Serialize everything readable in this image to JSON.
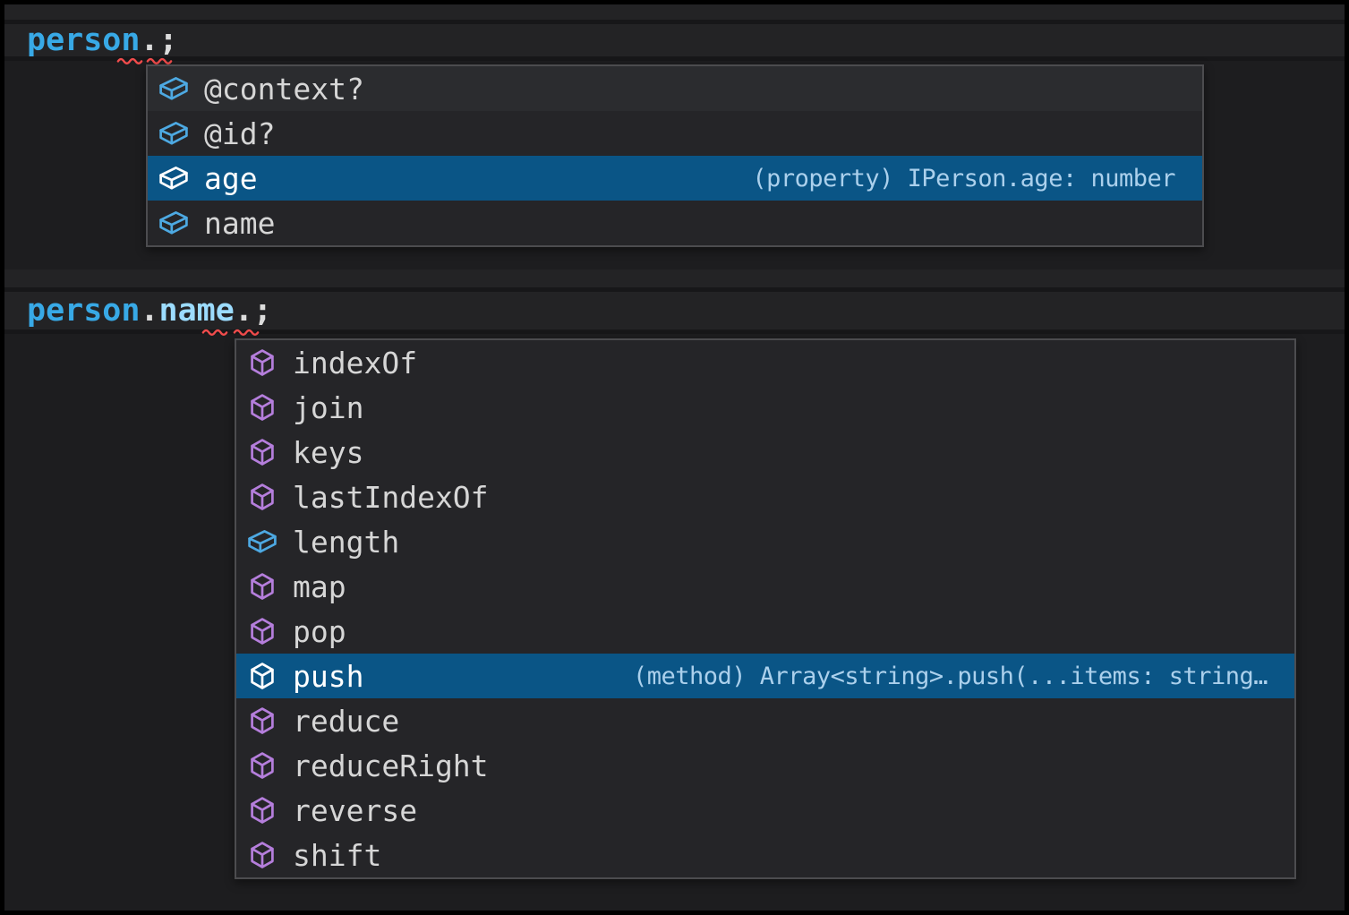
{
  "code": {
    "line1": {
      "var1": "person",
      "dot1": ".",
      "semi": ";"
    },
    "line2": {
      "var1": "person",
      "dot1": ".",
      "prop": "name",
      "dot2": ".",
      "semi": ";"
    }
  },
  "suggest_person": {
    "items": [
      {
        "label": "@context?",
        "kind": "field"
      },
      {
        "label": "@id?",
        "kind": "field"
      },
      {
        "label": "age",
        "kind": "field",
        "selected": true,
        "detail": "(property) IPerson.age: number"
      },
      {
        "label": "name",
        "kind": "field"
      }
    ]
  },
  "suggest_name": {
    "items": [
      {
        "label": "indexOf",
        "kind": "method"
      },
      {
        "label": "join",
        "kind": "method"
      },
      {
        "label": "keys",
        "kind": "method"
      },
      {
        "label": "lastIndexOf",
        "kind": "method"
      },
      {
        "label": "length",
        "kind": "field"
      },
      {
        "label": "map",
        "kind": "method"
      },
      {
        "label": "pop",
        "kind": "method"
      },
      {
        "label": "push",
        "kind": "method",
        "selected": true,
        "detail": "(method) Array<string>.push(...items: string…"
      },
      {
        "label": "reduce",
        "kind": "method"
      },
      {
        "label": "reduceRight",
        "kind": "method"
      },
      {
        "label": "reverse",
        "kind": "method"
      },
      {
        "label": "shift",
        "kind": "method"
      }
    ]
  },
  "colors": {
    "selection_background": "#0a5586",
    "method_icon": "#b57edc",
    "field_icon": "#4da9e2",
    "variable_text": "#38a9e6",
    "property_text": "#9cdcfe",
    "squiggle": "#f14c4c"
  }
}
